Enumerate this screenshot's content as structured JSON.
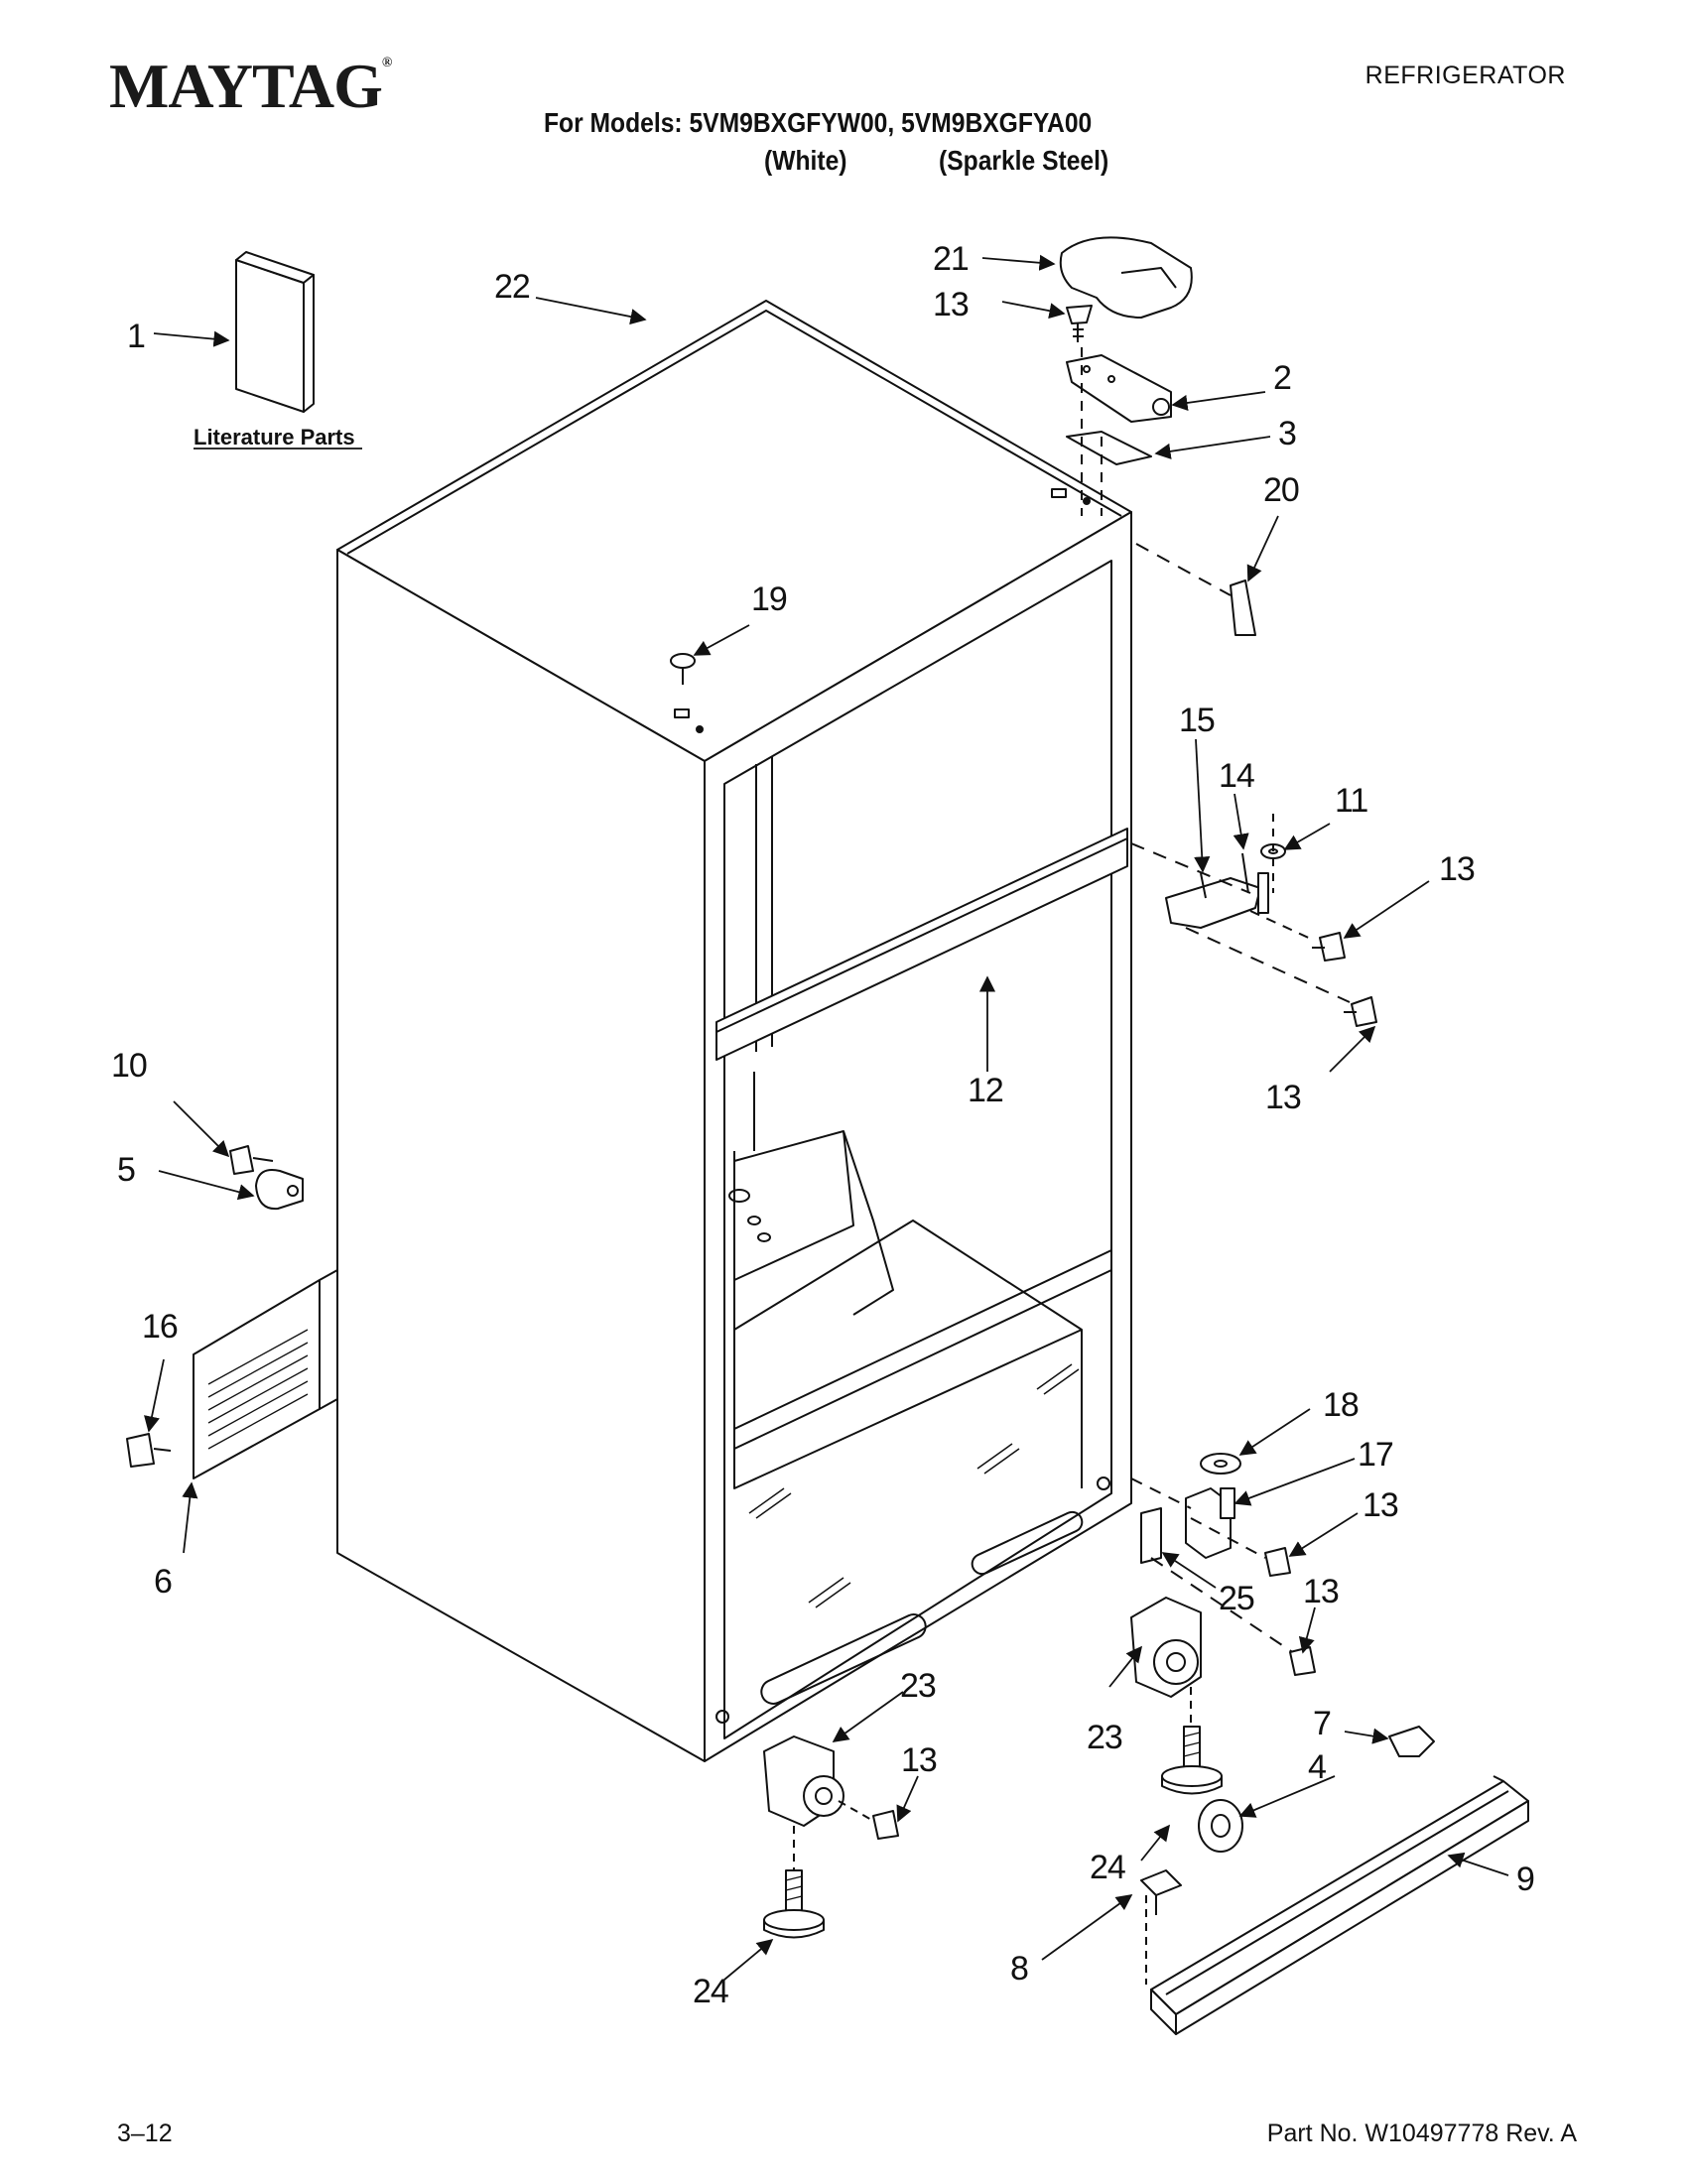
{
  "header": {
    "brand": "MAYTAG",
    "brand_mark": "®",
    "doc_type": "REFRIGERATOR",
    "models_line": "For Models: 5VM9BXGFYW00, 5VM9BXGFYA00",
    "variant_1": "(White)",
    "variant_2": "(Sparkle Steel)"
  },
  "diagram": {
    "literature_label": "Literature Parts",
    "parts": {
      "p1": "1",
      "p22": "22",
      "p21": "21",
      "p13a": "13",
      "p2": "2",
      "p3": "3",
      "p20": "20",
      "p19": "19",
      "p15": "15",
      "p14": "14",
      "p11": "11",
      "p13b": "13",
      "p12": "12",
      "p13c": "13",
      "p10": "10",
      "p5": "5",
      "p16": "16",
      "p6": "6",
      "p18": "18",
      "p17": "17",
      "p13d": "13",
      "p25": "25",
      "p13e": "13",
      "p7": "7",
      "p23a": "23",
      "p4": "4",
      "p23b": "23",
      "p13f": "13",
      "p24a": "24",
      "p9": "9",
      "p8": "8",
      "p24b": "24"
    }
  },
  "footer": {
    "page": "3–12",
    "part_no": "Part No. W10497778 Rev. A"
  },
  "colors": {
    "ink": "#111111",
    "paper": "#ffffff"
  }
}
